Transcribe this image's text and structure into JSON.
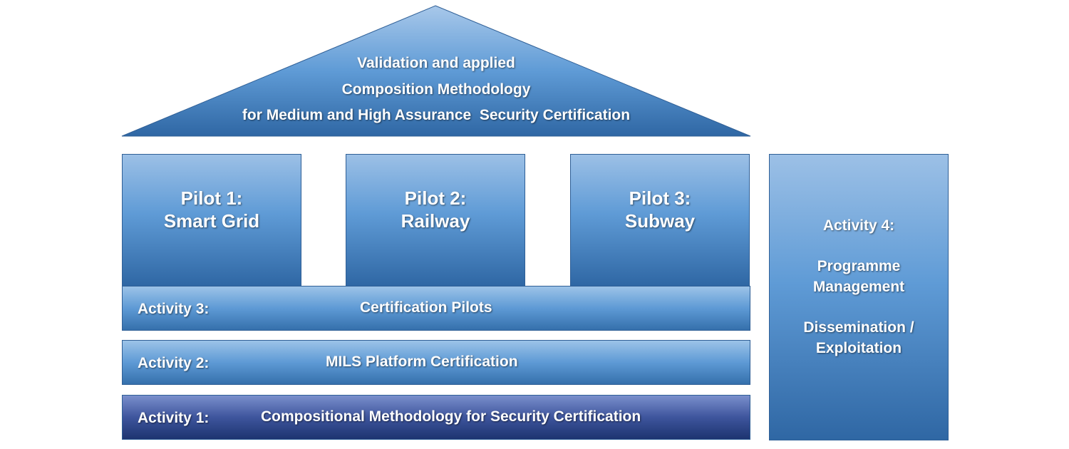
{
  "roof": {
    "lines": [
      "Validation and applied",
      "Composition Methodology",
      "for Medium and High Assurance  Security Certification"
    ]
  },
  "pillars": [
    {
      "title": "Pilot 1:",
      "subtitle": "Smart Grid"
    },
    {
      "title": "Pilot 2:",
      "subtitle": "Railway"
    },
    {
      "title": "Pilot 3:",
      "subtitle": "Subway"
    }
  ],
  "activities": [
    {
      "label": "Activity 3:",
      "description": "Certification Pilots"
    },
    {
      "label": "Activity 2:",
      "description": "MILS Platform Certification"
    },
    {
      "label": "Activity 1:",
      "description": "Compositional Methodology for Security Certification"
    }
  ],
  "activity4": {
    "label": "Activity 4:",
    "lines_a": [
      "Programme",
      "Management"
    ],
    "lines_b": [
      "Dissemination /",
      "Exploitation"
    ]
  },
  "colors": {
    "light_top": "#9cc0e6",
    "mid": "#5f9bd6",
    "bottom": "#2f67a4",
    "dark_bar_bottom": "#1d3470",
    "border": "#2f5f96"
  }
}
